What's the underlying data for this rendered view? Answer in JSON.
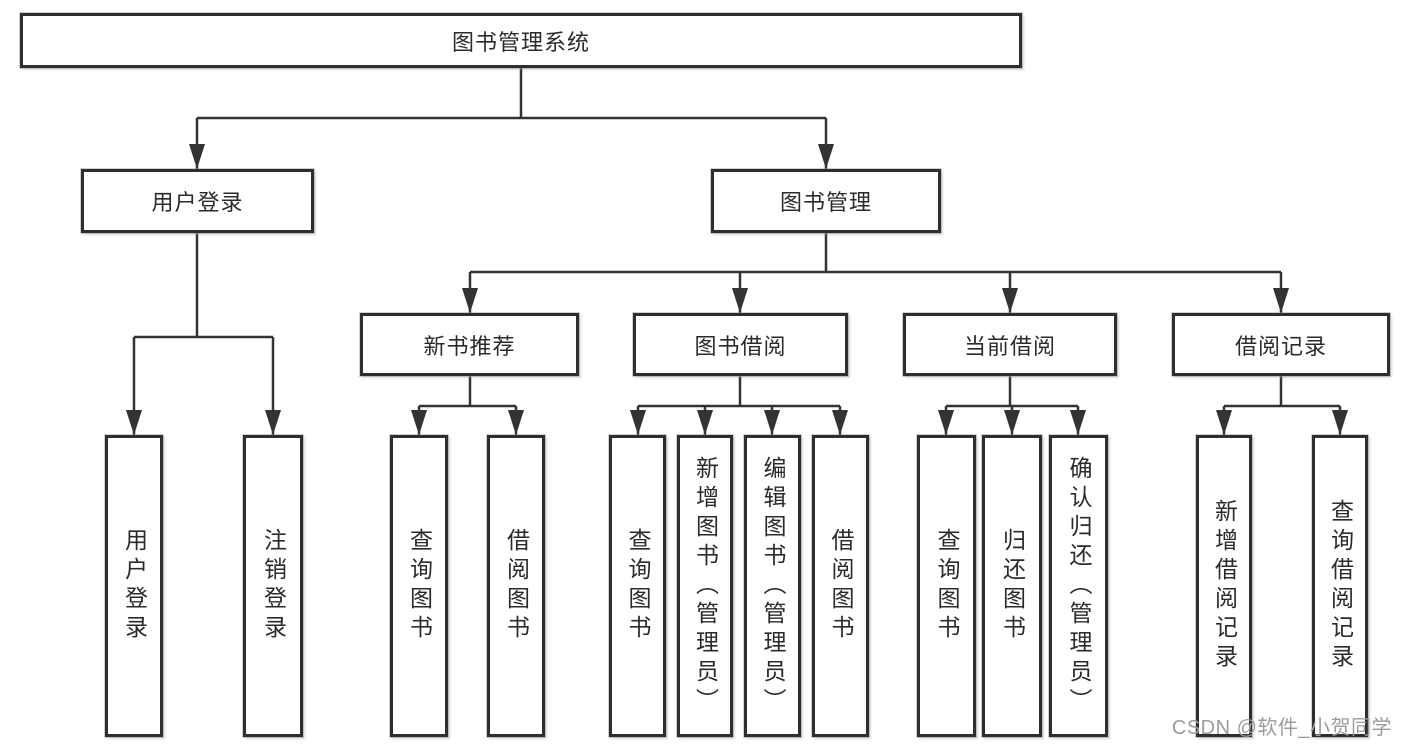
{
  "diagram_title": "图书管理系统",
  "nodes": {
    "root": {
      "label": "图书管理系统"
    },
    "user_login": {
      "label": "用户登录"
    },
    "book_management": {
      "label": "图书管理"
    },
    "new_book_recommend": {
      "label": "新书推荐"
    },
    "book_borrow": {
      "label": "图书借阅"
    },
    "current_borrow": {
      "label": "当前借阅"
    },
    "borrow_records": {
      "label": "借阅记录"
    },
    "leaf_user_login": {
      "label": "用户登录"
    },
    "leaf_logout": {
      "label": "注销登录"
    },
    "leaf_query_book_1": {
      "label": "查询图书"
    },
    "leaf_borrow_book_1": {
      "label": "借阅图书"
    },
    "leaf_query_book_2": {
      "label": "查询图书"
    },
    "leaf_add_book": {
      "label": "新增图书（管理员）"
    },
    "leaf_edit_book": {
      "label": "编辑图书（管理员）"
    },
    "leaf_borrow_book_2": {
      "label": "借阅图书"
    },
    "leaf_query_book_3": {
      "label": "查询图书"
    },
    "leaf_return_book": {
      "label": "归还图书"
    },
    "leaf_confirm_return": {
      "label": "确认归还（管理员）"
    },
    "leaf_add_borrow_record": {
      "label": "新增借阅记录"
    },
    "leaf_query_borrow_record": {
      "label": "查询借阅记录"
    }
  },
  "watermark": {
    "text": "CSDN @软件_小贺同学"
  },
  "colors": {
    "line": "#333333",
    "box_border": "#2e2e2e",
    "box_fill": "#ffffff",
    "text": "#2b2b2b",
    "watermark": "#9c9c9c"
  }
}
